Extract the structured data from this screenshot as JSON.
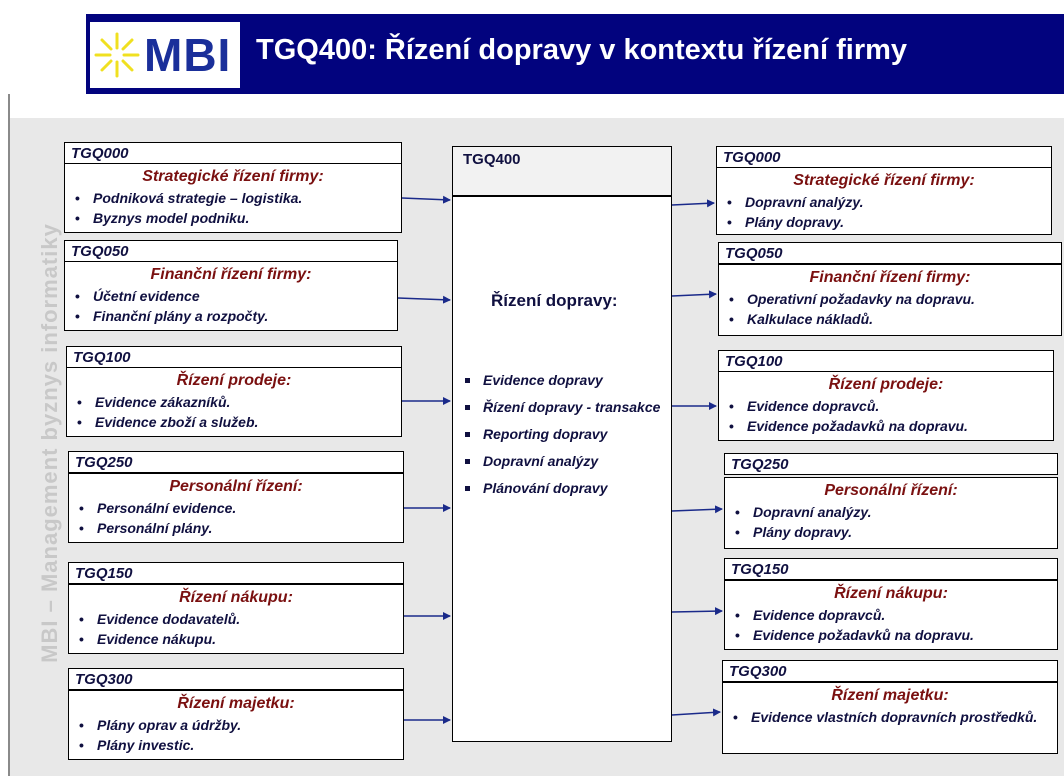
{
  "header": {
    "logo_text": "MBI",
    "title": "TGQ400: Řízení dopravy v kontextu řízení firmy",
    "vertical_text": "MBI – Management byznys informatiky"
  },
  "center": {
    "code": "TGQ400",
    "title": "Řízení dopravy:",
    "items": [
      "Evidence dopravy",
      "Řízení dopravy - transakce",
      "Reporting dopravy",
      "Dopravní analýzy",
      "Plánování dopravy"
    ]
  },
  "left_boxes": [
    {
      "code": "TGQ000",
      "title": "Strategické řízení firmy:",
      "items": [
        "Podniková strategie – logistika.",
        "Byznys model podniku."
      ]
    },
    {
      "code": "TGQ050",
      "title": "Finanční řízení firmy:",
      "items": [
        "Účetní evidence",
        "Finanční plány a rozpočty."
      ]
    },
    {
      "code": "TGQ100",
      "title": "Řízení prodeje:",
      "items": [
        "Evidence zákazníků.",
        "Evidence zboží a služeb."
      ]
    },
    {
      "code": "TGQ250",
      "title": "Personální řízení:",
      "items": [
        "Personální evidence.",
        "Personální plány."
      ]
    },
    {
      "code": "TGQ150",
      "title": "Řízení nákupu:",
      "items": [
        "Evidence dodavatelů.",
        "Evidence nákupu."
      ]
    },
    {
      "code": "TGQ300",
      "title": "Řízení majetku:",
      "items": [
        "Plány oprav a údržby.",
        "Plány investic."
      ]
    }
  ],
  "right_boxes": [
    {
      "code": "TGQ000",
      "title": "Strategické řízení firmy:",
      "items": [
        "Dopravní analýzy.",
        "Plány dopravy."
      ]
    },
    {
      "code": "TGQ050",
      "title": "Finanční řízení firmy:",
      "items": [
        "Operativní požadavky na dopravu.",
        "Kalkulace nákladů."
      ]
    },
    {
      "code": "TGQ100",
      "title": "Řízení prodeje:",
      "items": [
        "Evidence dopravců.",
        "Evidence požadavků na dopravu."
      ]
    },
    {
      "code": "TGQ250",
      "title": "Personální řízení:",
      "items": [
        "Dopravní analýzy.",
        "Plány dopravy."
      ]
    },
    {
      "code": "TGQ150",
      "title": "Řízení nákupu:",
      "items": [
        "Evidence dopravců.",
        "Evidence požadavků na dopravu."
      ]
    },
    {
      "code": "TGQ300",
      "title": "Řízení majetku:",
      "items": [
        "Evidence vlastních dopravních prostředků."
      ]
    }
  ],
  "colors": {
    "banner": "#02037e",
    "box_title": "#7a1010",
    "text": "#101040",
    "arrow": "#1a2a8a"
  }
}
